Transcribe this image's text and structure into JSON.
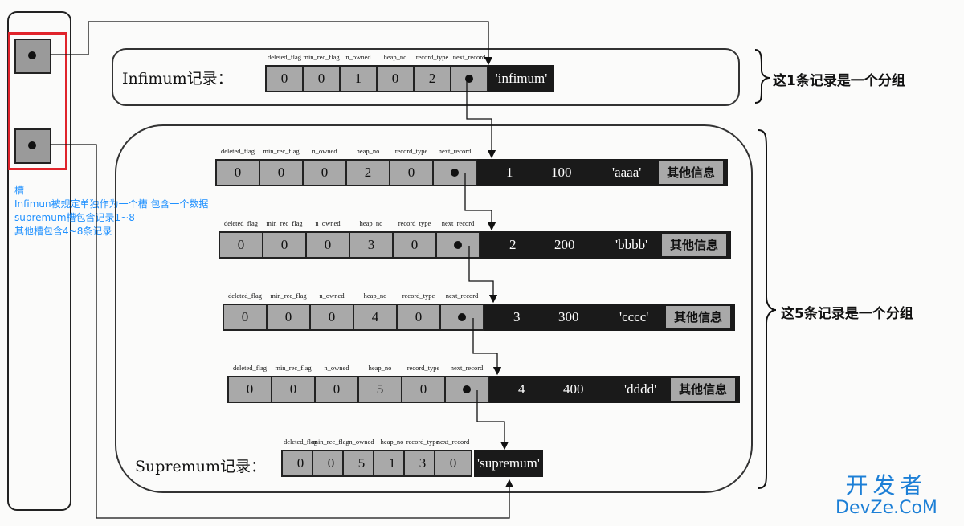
{
  "headers": [
    "deleted_flag",
    "min_rec_flag",
    "n_owned",
    "heap_no",
    "record_type",
    "next_record"
  ],
  "infimum": {
    "label": "Infimum记录：",
    "values": [
      "0",
      "0",
      "1",
      "0",
      "2"
    ],
    "tail": "'infimum'"
  },
  "records": [
    {
      "values": [
        "0",
        "0",
        "0",
        "2",
        "0"
      ],
      "id": "1",
      "num": "100",
      "str": "'aaaa'",
      "other": "其他信息"
    },
    {
      "values": [
        "0",
        "0",
        "0",
        "3",
        "0"
      ],
      "id": "2",
      "num": "200",
      "str": "'bbbb'",
      "other": "其他信息"
    },
    {
      "values": [
        "0",
        "0",
        "0",
        "4",
        "0"
      ],
      "id": "3",
      "num": "300",
      "str": "'cccc'",
      "other": "其他信息"
    },
    {
      "values": [
        "0",
        "0",
        "0",
        "5",
        "0"
      ],
      "id": "4",
      "num": "400",
      "str": "'dddd'",
      "other": "其他信息"
    }
  ],
  "supremum": {
    "label": "Supremum记录：",
    "values": [
      "0",
      "0",
      "5",
      "1",
      "3",
      "0"
    ],
    "tail": "'supremum'"
  },
  "brace_labels": {
    "group1": "这1条记录是一个分组",
    "group5": "这5条记录是一个分组"
  },
  "note": {
    "line1": "槽",
    "line2": "Infimun被规定单独作为一个槽 包含一个数据",
    "line3": "supremum槽包含记录1~8",
    "line4": "其他槽包含4~8条记录"
  },
  "watermark": {
    "cn": "开发者",
    "en": "DevZe.CoM",
    "color": "#1c7fd6"
  },
  "colors": {
    "highlight": "#e0242b",
    "note": "#1e90ff",
    "cell": "#a9a9a9",
    "dark": "#1a1a1a"
  }
}
